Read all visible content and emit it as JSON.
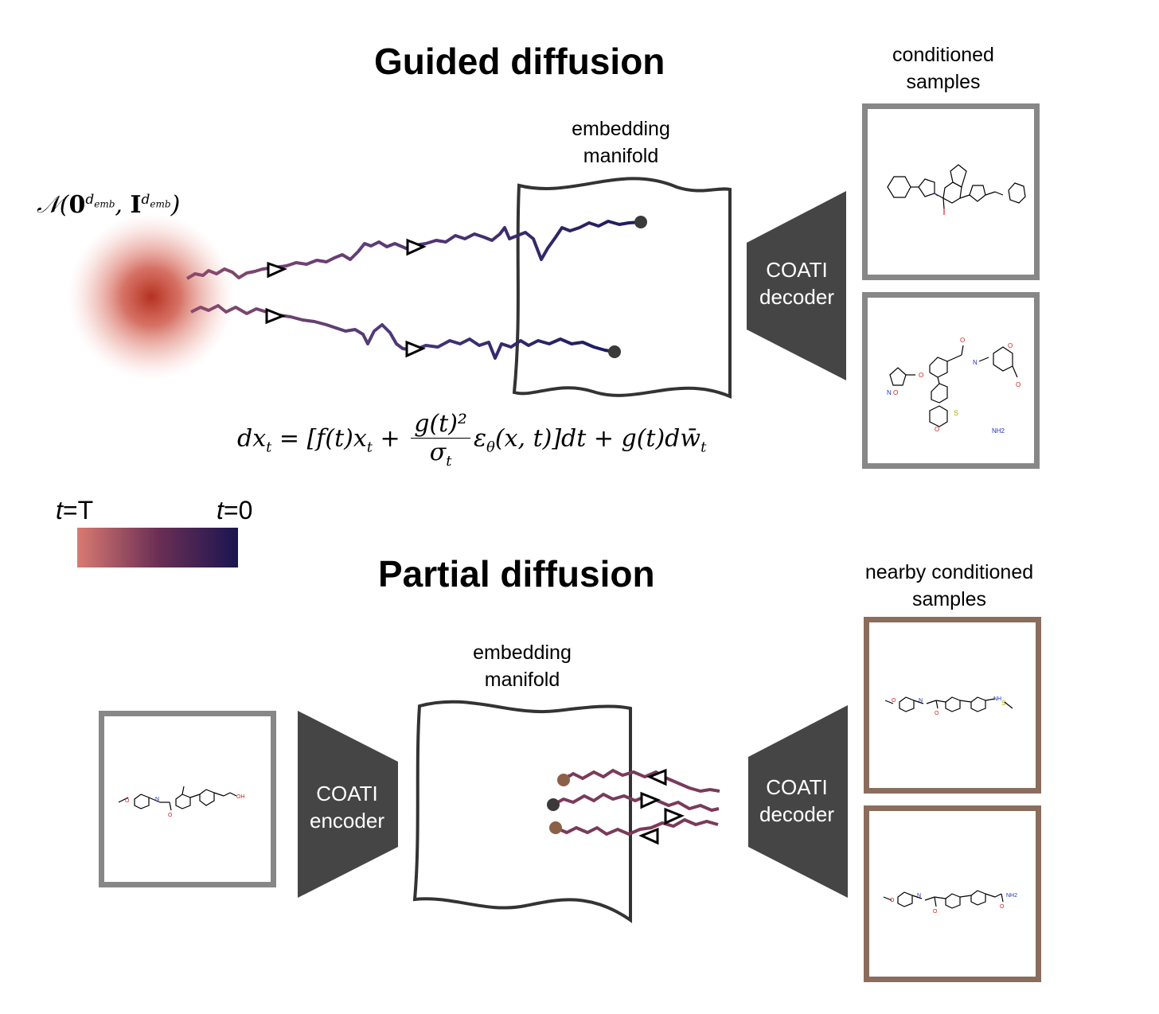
{
  "guided": {
    "title": "Guided diffusion",
    "manifold_label_1": "embedding",
    "manifold_label_2": "manifold",
    "samples_label_1": "conditioned",
    "samples_label_2": "samples",
    "decoder_1": "COATI",
    "decoder_2": "decoder",
    "noise_N": "𝒩(",
    "noise_zero": "0",
    "noise_I": "I",
    "noise_sup": "d",
    "noise_sub": "emb",
    "equation_lhs": "dx",
    "equation_text": "= [f(t)x",
    "equation_frac_num": "g(t)²",
    "equation_frac_den": "σ",
    "equation_rest": "ε",
    "equation_tail": "(x, t)]dt + g(t)dw̄"
  },
  "colorbar": {
    "left_t": "t",
    "left_val": "=T",
    "right_t": "t",
    "right_val": "=0",
    "color_start": "#d97a72",
    "color_mid": "#6b2f55",
    "color_end": "#1a1550"
  },
  "partial": {
    "title": "Partial diffusion",
    "manifold_label_1": "embedding",
    "manifold_label_2": "manifold",
    "samples_label_1": "nearby conditioned",
    "samples_label_2": "samples",
    "encoder_1": "COATI",
    "encoder_2": "encoder",
    "decoder_1": "COATI",
    "decoder_2": "decoder"
  },
  "colors": {
    "noise": "#c0392b",
    "trap": "#454545",
    "path_dark": "#1a1a5e",
    "path_partial": "#7a3a5a",
    "dot_dark": "#3a3a3a",
    "dot_brown": "#8a6048",
    "box_gray": "#878787",
    "box_brown": "#8a6d5d"
  },
  "molecules": {
    "atoms_top2": [
      "N",
      "O",
      "O",
      "O",
      "N",
      "O",
      "S",
      "NH2",
      "O",
      "O"
    ],
    "atoms_partial": [
      "O",
      "N",
      "O",
      "OH"
    ],
    "atoms_near1": [
      "O",
      "N",
      "O",
      "NH",
      "S"
    ],
    "atoms_near2": [
      "O",
      "N",
      "O",
      "O",
      "NH2"
    ]
  }
}
